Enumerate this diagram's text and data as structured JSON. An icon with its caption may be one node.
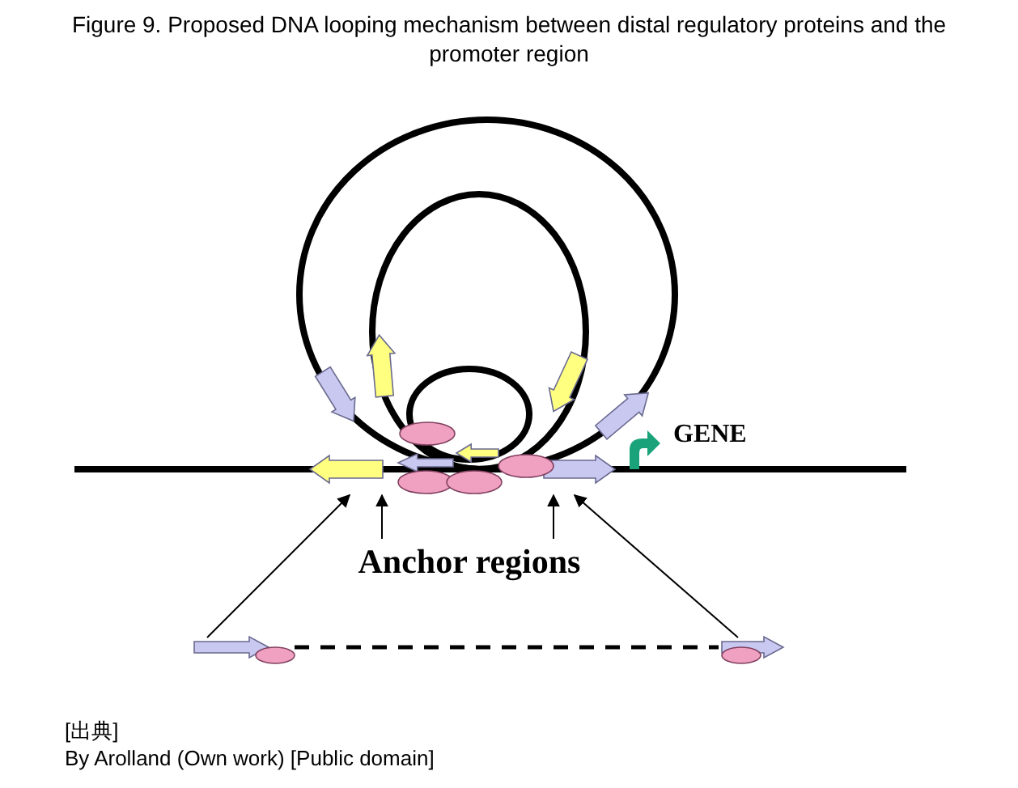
{
  "diagram": {
    "title": "Figure 9. Proposed DNA looping mechanism between distal regulatory proteins and the promoter region",
    "nodes": [
      {
        "text": [
          "Anchor regions"
        ]
      },
      {
        "text": [],
        "shape": "arrow"
      },
      {
        "text": [],
        "shape": "arrow"
      },
      {
        "text": [],
        "shape": "picture"
      }
    ],
    "edges": [
      {
        "from": 0,
        "to": 3,
        "arrow": "to"
      },
      {
        "from": 0,
        "to": 3,
        "arrow": "to"
      },
      {
        "from": 1,
        "to": 3,
        "arrow": "to"
      },
      {
        "from": 2,
        "to": 3,
        "arrow": "to"
      },
      {
        "from": 1,
        "to": 2,
        "arrow": "none",
        "style": "dashed"
      }
    ],
    "labels": [
      "GENE",
      "[出典]",
      "By Arolland (Own work) [Public domain]"
    ]
  }
}
